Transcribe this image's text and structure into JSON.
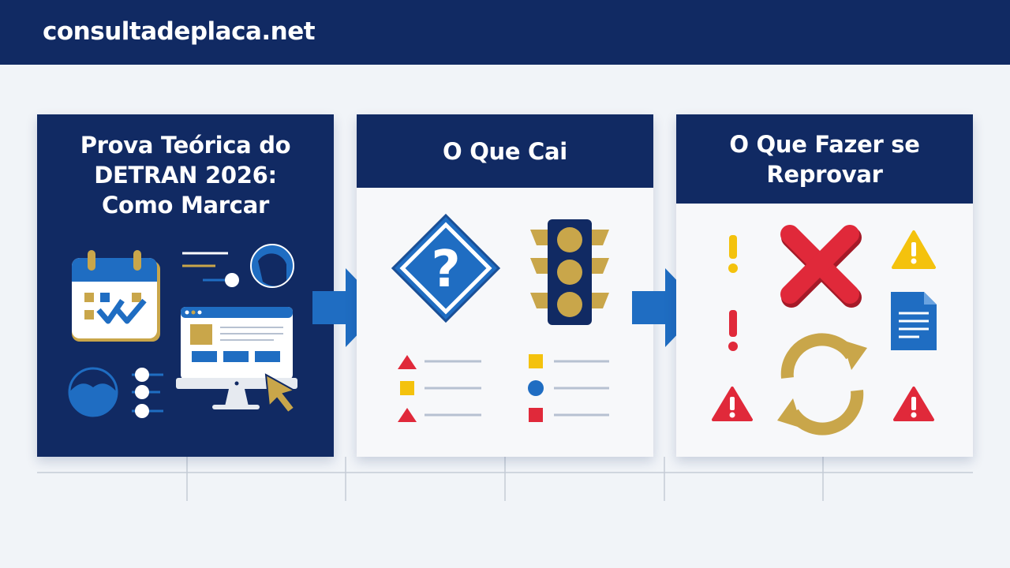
{
  "header": {
    "brand": "consultadeplaca.net"
  },
  "cards": [
    {
      "title_lines": [
        "Prova Teórica do",
        "DETRAN 2026:",
        "Como Marcar"
      ]
    },
    {
      "title": "O Que Cai"
    },
    {
      "title_lines": [
        "O Que Fazer se",
        "Reprovar"
      ]
    }
  ],
  "colors": {
    "navy": "#112a63",
    "blue": "#1f6dc2",
    "gold": "#c9a64a",
    "red": "#e0293a",
    "yellow": "#f4c20d",
    "background": "#f1f4f8"
  },
  "icons": [
    "calendar-check-icon",
    "computer-monitor-icon",
    "cursor-icon",
    "toggle-slider-icon",
    "question-road-sign-icon",
    "traffic-light-icon",
    "warning-triangle-icon",
    "exclamation-icon",
    "red-x-icon",
    "document-icon",
    "refresh-cycle-icon",
    "arrow-right-icon"
  ]
}
